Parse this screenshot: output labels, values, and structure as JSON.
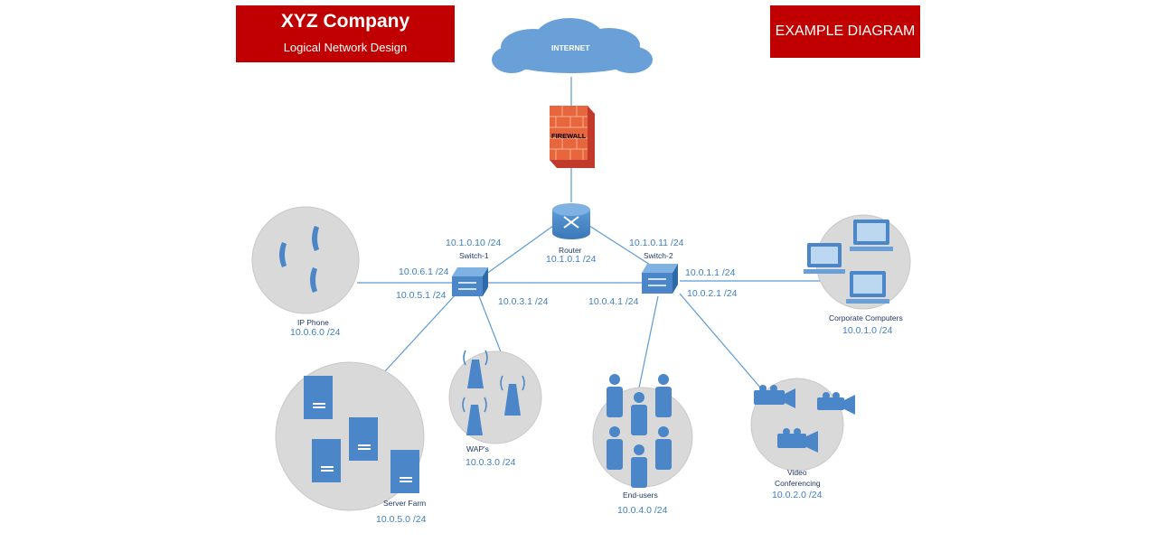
{
  "header": {
    "company": "XYZ Company",
    "subtitle": "Logical Network Design",
    "badge": "EXAMPLE DIAGRAM"
  },
  "nodes": {
    "internet": "INTERNET",
    "firewall": "FIREWALL",
    "router": {
      "name": "Router",
      "ip": "10.1.0.1 /24"
    },
    "switch1": {
      "name": "Switch-1",
      "ip": "10.1.0.10 /24"
    },
    "switch2": {
      "name": "Switch-2",
      "ip": "10.1.0.11 /24"
    },
    "ipphone": {
      "name": "IP Phone",
      "net": "10.0.6.0 /24"
    },
    "corporate": {
      "name": "Corporate Computers",
      "net": "10.0.1.0 /24"
    },
    "serverfarm": {
      "name": "Server Farm",
      "net": "10.0.5.0 /24"
    },
    "wap": {
      "name": "WAP's",
      "net": "10.0.3.0 /24"
    },
    "endusers": {
      "name": "End-users",
      "net": "10.0.4.0 /24"
    },
    "video": {
      "name_line1": "Video",
      "name_line2": "Conferencing",
      "net": "10.0.2.0 /24"
    }
  },
  "interfaces": {
    "sw1_phone": "10.0.6.1 /24",
    "sw1_server": "10.0.5.1 /24",
    "sw1_wap": "10.0.3.1 /24",
    "sw2_endusers": "10.0.4.1 /24",
    "sw2_corporate": "10.0.1.1 /24",
    "sw2_video": "10.0.2.1 /24"
  },
  "colors": {
    "brand_red": "#c00000",
    "device_blue": "#4a86c8",
    "label_blue": "#3f7fbf",
    "circle_gray": "#d9d9d9"
  }
}
